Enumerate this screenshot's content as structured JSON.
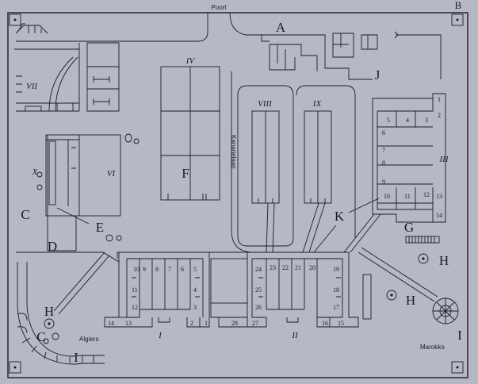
{
  "map": {
    "place_names": {
      "poort": "Poort",
      "kanarielaan": "Kanarielaan",
      "algiers": "Algiers",
      "marokko": "Marokko"
    },
    "zone_letters": {
      "a": "A",
      "b": "B",
      "c1": "C",
      "c2": "C",
      "d": "D",
      "e": "E",
      "f": "F",
      "g": "G",
      "h1": "H",
      "h2": "H",
      "h3": "H",
      "i1": "I",
      "i2": "I",
      "j": "J",
      "k": "K"
    },
    "block_numerals": {
      "b1": "I",
      "b2": "II",
      "b3": "III",
      "b4": "IV",
      "b6": "VI",
      "b7": "VII",
      "b8": "VIII",
      "b9": "IX",
      "b10": "X"
    },
    "hut_numbers": {
      "n1": "1",
      "n2": "2",
      "n3": "3",
      "n4": "4",
      "n5": "5",
      "n6": "6",
      "n7": "7",
      "n8": "8",
      "n9": "9",
      "n10": "10",
      "n11": "11",
      "n12": "12",
      "n13": "13",
      "n14": "14",
      "n15": "15",
      "n16": "16",
      "n17": "17",
      "n18": "18",
      "n19": "19",
      "n20": "20",
      "n21": "21",
      "n22": "22",
      "n23": "23",
      "n24": "24",
      "n25": "25",
      "n26": "26",
      "n27": "27",
      "n28": "28",
      "e1": "1",
      "e2": "2",
      "e3": "3",
      "e4": "4",
      "e5": "5",
      "e6": "6",
      "e7": "7",
      "e8": "8",
      "e9": "9",
      "e10": "10",
      "e11": "11",
      "e12": "12",
      "e13": "13",
      "e14": "14"
    },
    "colors": {
      "paper": "#b6b8c6",
      "ink": "#1c1c24"
    }
  }
}
